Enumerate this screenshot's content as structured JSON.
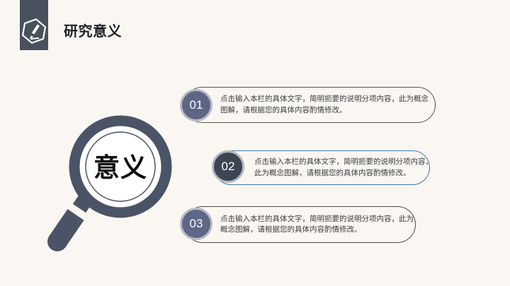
{
  "slide": {
    "background_color": "#faf7f2",
    "header": {
      "badge_color": "#49515f",
      "icon": "hexagon-pencil",
      "title": "研究意义"
    },
    "magnifier": {
      "label": "意义",
      "glass_color": "#4b5466",
      "label_color": "#0d0d0d"
    },
    "items": [
      {
        "number": "01",
        "circle_color": "#5d6685",
        "ring_color": "#b7bbc4",
        "outline_color": "#55514c",
        "line1": "点击输入本栏的具体文字，简明扼要的说明分项内容，此为概念",
        "line2": "图解，请根据您的具体内容酌情修改。"
      },
      {
        "number": "02",
        "circle_color": "#3b4554",
        "ring_color": "#b3b8bf",
        "outline_color": "#4377ad",
        "line1": "点击输入本栏的具体文字，简明扼要的说明分项内容，",
        "line2": "此为概念图解，请根据您的具体内容酌情修改。"
      },
      {
        "number": "03",
        "circle_color": "#5e6787",
        "ring_color": "#b7bbc4",
        "outline_color": "#4e4a46",
        "line1": "点击输入本栏的具体文字，简明扼要的说明分项内容，此为",
        "line2": "概念图解，请根据您的具体内容酌情修改。"
      }
    ]
  }
}
